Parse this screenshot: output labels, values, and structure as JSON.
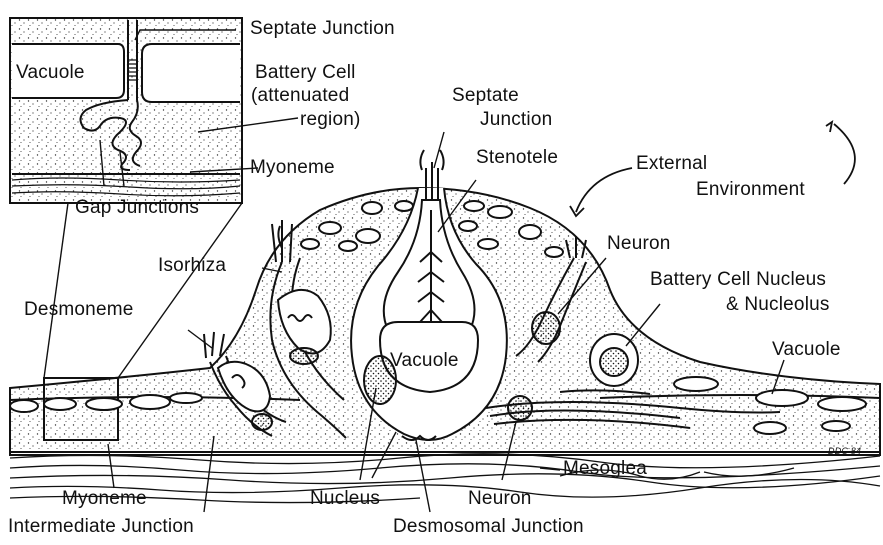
{
  "labels": {
    "septate_junction_top": "Septate Junction",
    "vacuole_inset": "Vacuole",
    "battery_cell_line1": "Battery Cell",
    "battery_cell_line2": "(attenuated",
    "battery_cell_line3": "region)",
    "myoneme_inset": "Myoneme",
    "gap_junctions": "Gap Junctions",
    "septate_junction_mid_line1": "Septate",
    "septate_junction_mid_line2": "Junction",
    "stenotele": "Stenotele",
    "external_environment_line1": "External",
    "external_environment_line2": "Environment",
    "isorhiza": "Isorhiza",
    "neuron_upper": "Neuron",
    "battery_nucleus_line1": "Battery Cell Nucleus",
    "battery_nucleus_line2": "& Nucleolus",
    "desmoneme": "Desmoneme",
    "vacuole_center": "Vacuole",
    "vacuole_right": "Vacuole",
    "mesoglea": "Mesoglea",
    "myoneme_bottom": "Myoneme",
    "nucleus": "Nucleus",
    "neuron_lower": "Neuron",
    "intermediate_junction": "Intermediate Junction",
    "desmosomal_junction": "Desmosomal Junction",
    "signature": "DDC 84"
  },
  "colors": {
    "ink": "#111111",
    "paper": "#ffffff"
  }
}
